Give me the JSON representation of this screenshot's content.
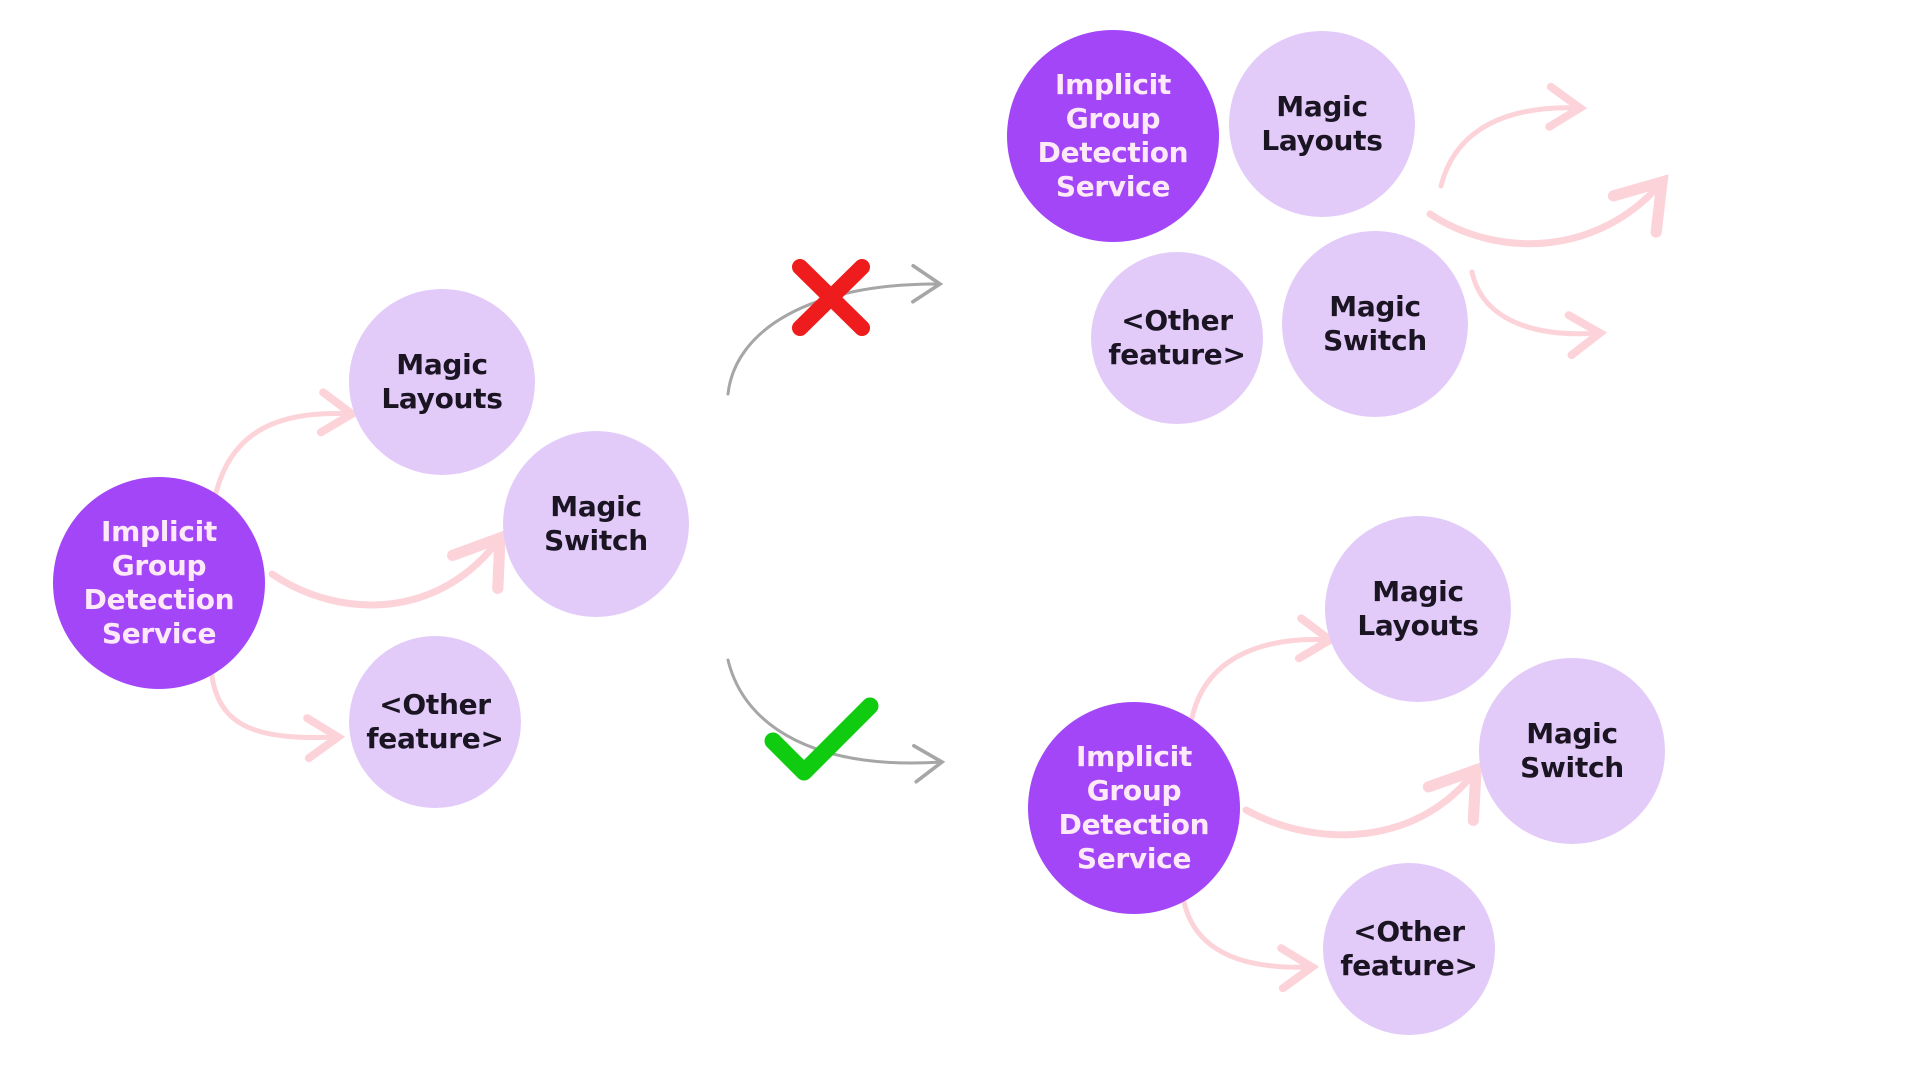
{
  "colors": {
    "primary_node": "#a346f8",
    "primary_text": "#fde9f7",
    "secondary_node": "#e3cbf9",
    "secondary_text": "#1a1423",
    "flow_arrow": "#fdd3da",
    "transition_arrow": "#a6a6a6",
    "reject_mark": "#ee1c1c",
    "accept_mark": "#10cc10"
  },
  "diagrams": {
    "original": {
      "service": [
        "Implicit",
        "Group",
        "Detection",
        "Service"
      ],
      "layouts": [
        "Magic",
        "Layouts"
      ],
      "switch": [
        "Magic",
        "Switch"
      ],
      "other": [
        "<Other",
        "feature>"
      ]
    },
    "rejected": {
      "status": "rejected",
      "mark_icon": "red-x",
      "service": [
        "Implicit",
        "Group",
        "Detection",
        "Service"
      ],
      "layouts": [
        "Magic",
        "Layouts"
      ],
      "switch": [
        "Magic",
        "Switch"
      ],
      "other": [
        "<Other",
        "feature>"
      ]
    },
    "accepted": {
      "status": "accepted",
      "mark_icon": "green-check",
      "service": [
        "Implicit",
        "Group",
        "Detection",
        "Service"
      ],
      "layouts": [
        "Magic",
        "Layouts"
      ],
      "switch": [
        "Magic",
        "Switch"
      ],
      "other": [
        "<Other",
        "feature>"
      ]
    }
  }
}
